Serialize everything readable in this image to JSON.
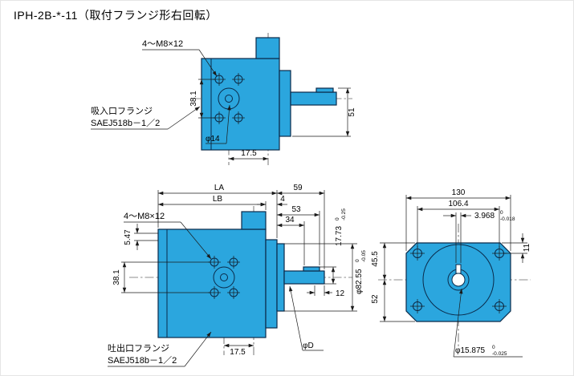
{
  "title": "IPH-2B-*-11（取付フランジ形右回転）",
  "colors": {
    "body_fill": "#2BA6DE",
    "outline": "#0A2A4A",
    "dimension_line": "#1A1A1A"
  },
  "top_view": {
    "bolt_note": "4～M8×12",
    "dim_bolt_pitch": "38.1",
    "port_label_line1": "吸入口フランジ",
    "port_label_line2": "SAEJ518b－1／2",
    "dim_center_hole": "φ14",
    "dim_port_offset": "17.5",
    "dim_shaft_height": "51"
  },
  "side_view": {
    "dim_la": "LA",
    "dim_lb": "LB",
    "dim_shaft_ext": "59",
    "dim_flange_thickness": "4",
    "dim_53": "53",
    "dim_34": "34",
    "bolt_note": "4～M8×12",
    "dim_5_47": "5.47",
    "dim_bolt_pitch": "38.1",
    "dim_key_height": "17.73",
    "tol_key_height_upper": "0",
    "tol_key_height_lower": "-0.25",
    "dim_pilot_dia": "φ82.55",
    "tol_pilot_upper": "0",
    "tol_pilot_lower": "-0.05",
    "dim_12": "12",
    "dim_port_offset": "17.5",
    "shaft_dia_label": "φD",
    "port_label_line1": "吐出口フランジ",
    "port_label_line2": "SAEJ518b－1／2"
  },
  "front_view": {
    "dim_width": "130",
    "dim_bolt_span": "106.4",
    "dim_key_width": "3.968",
    "tol_key_width_upper": "0",
    "tol_key_width_lower": "-0.018",
    "dim_center_to_top": "45.5",
    "dim_center_to_bottom": "52",
    "dim_edge_to_hole": "11",
    "dim_shaft_dia": "φ15.875",
    "tol_shaft_dia_upper": "0",
    "tol_shaft_dia_lower": "-0.025"
  }
}
